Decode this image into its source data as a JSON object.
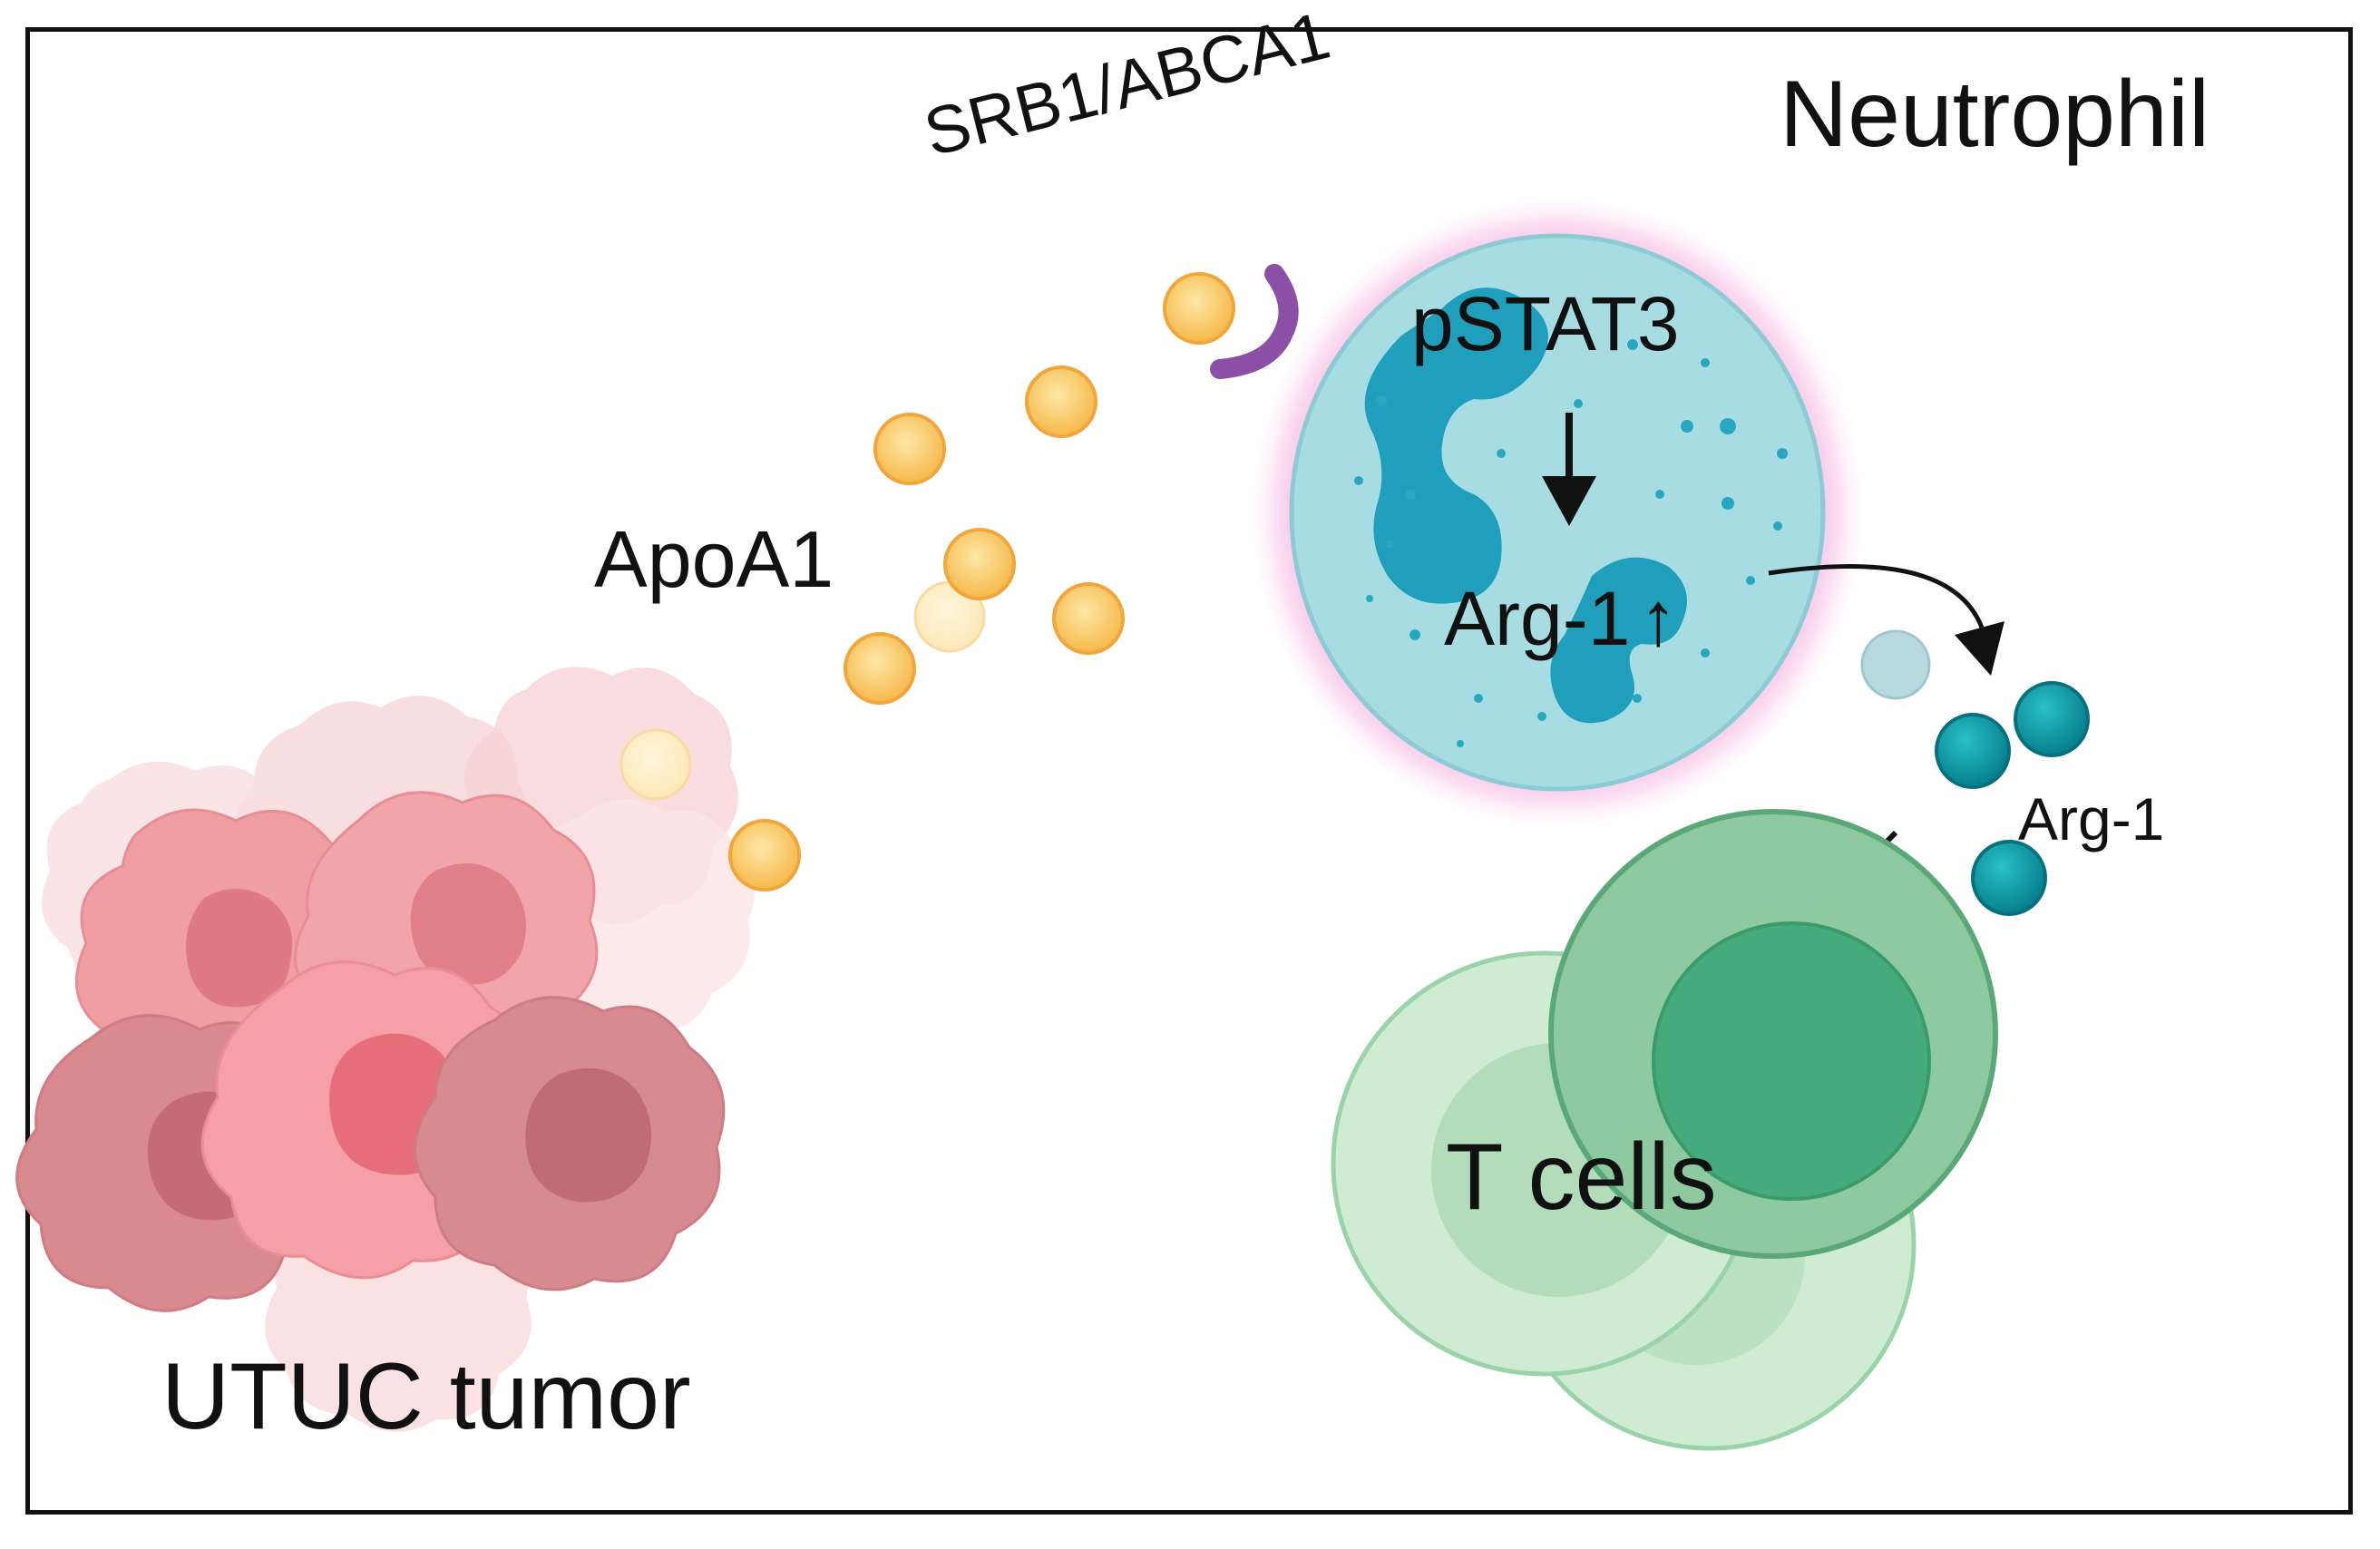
{
  "labels": {
    "neutrophil": "Neutrophil",
    "receptor": "SRB1/ABCA1",
    "pstat3": "pSTAT3",
    "arg1_up": "Arg-1",
    "arg1_up_arrow": "↑",
    "apoa1": "ApoA1",
    "arg1": "Arg-1",
    "t_cells": "T cells",
    "tumor": "UTUC tumor"
  },
  "colors": {
    "neutrophil_fill": "#a8dce3",
    "neutrophil_glow": "#f59ad6",
    "nucleus": "#1a9eb8",
    "apoa1": "#f8c45a",
    "receptor": "#8c4fa6",
    "arg1_particle": "#0b9aa6",
    "t_cell": "#7fc79a",
    "tumor": "#e98a8e"
  },
  "icons": {
    "inhibition": "inhibition-bar-icon",
    "activation": "down-arrow-icon",
    "secretion": "curved-arrow-icon"
  }
}
